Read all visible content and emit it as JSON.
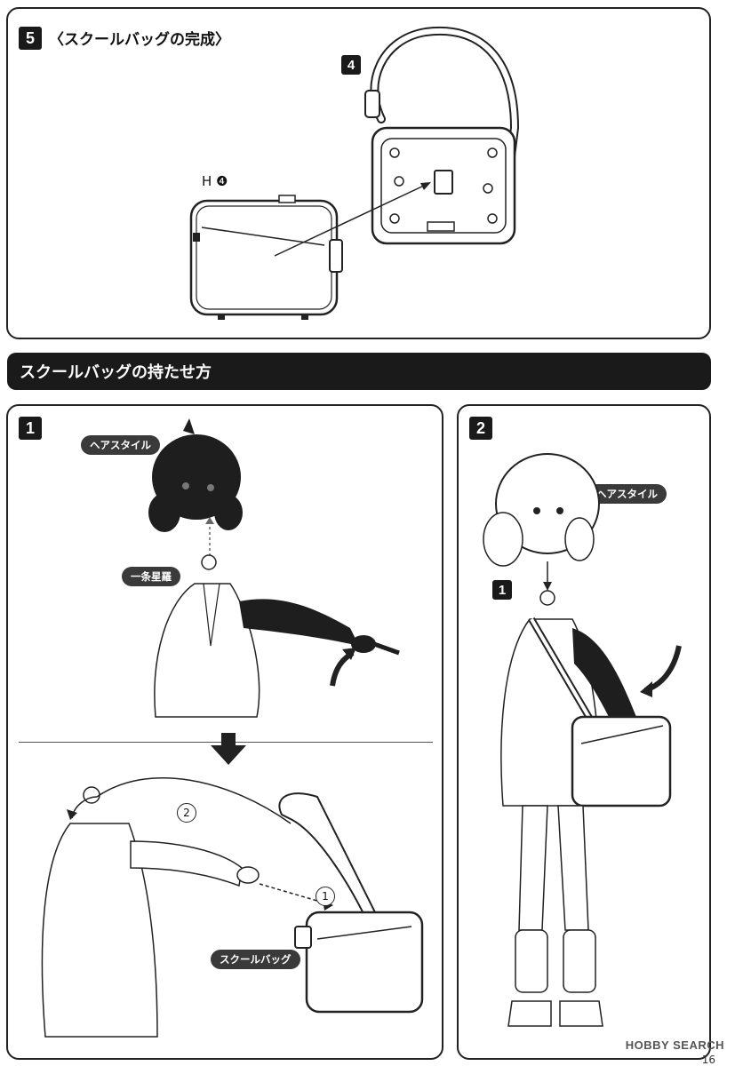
{
  "step5": {
    "number": "5",
    "title": "〈スクールバッグの完成〉",
    "part_badge": "4",
    "part_label": "H",
    "part_num": "❹"
  },
  "banner": {
    "title": "スクールバッグの持たせ方"
  },
  "panel1": {
    "number": "1",
    "hair_label": "ヘアスタイル",
    "body_label": "一条星羅",
    "bag_label": "スクールバッグ",
    "step_circle_2": "2",
    "step_circle_1": "1"
  },
  "panel2": {
    "number": "2",
    "hair_label": "ヘアスタイル",
    "sub_badge": "1"
  },
  "footer": {
    "logo": "HOBBY SEARCH",
    "page": "16"
  }
}
